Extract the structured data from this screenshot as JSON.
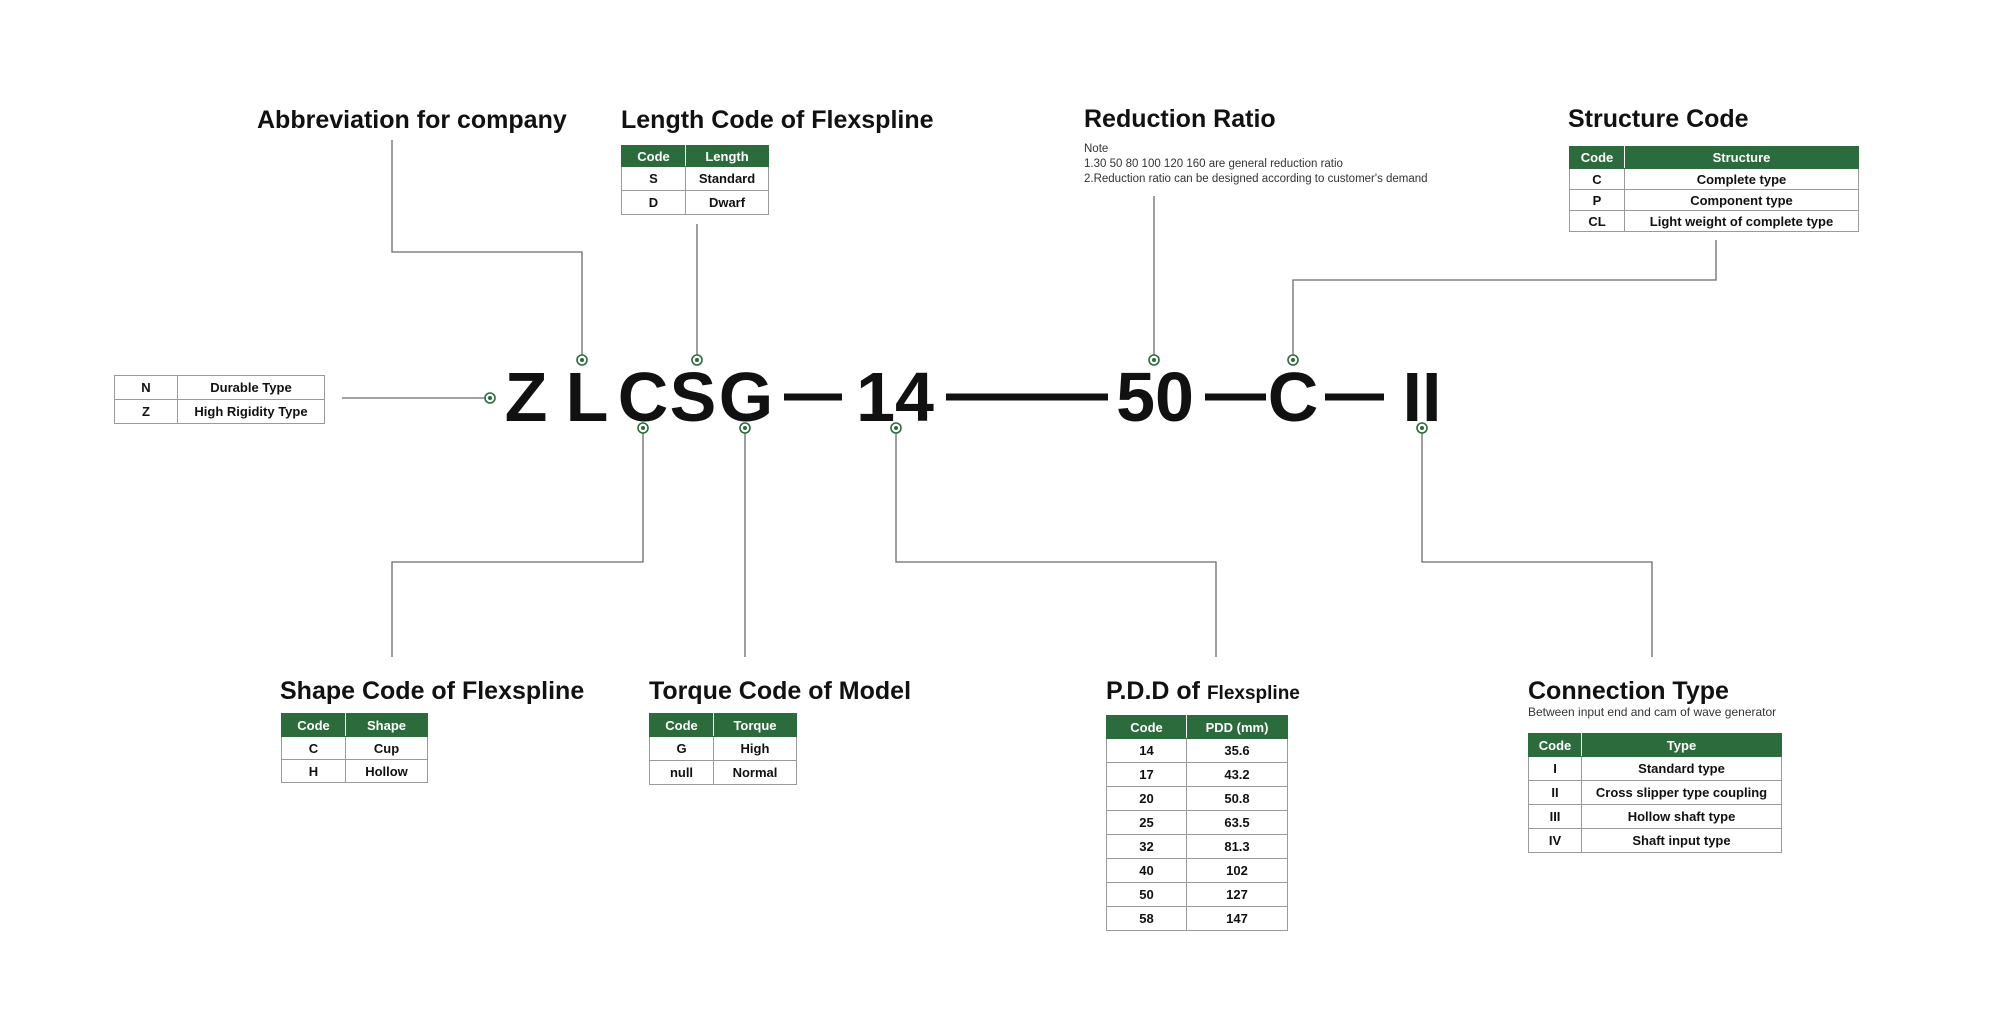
{
  "model_code": {
    "letters": [
      "Z",
      "L",
      "C",
      "S",
      "G",
      "14",
      "50",
      "C",
      "II"
    ]
  },
  "series_type": {
    "rows": [
      [
        "N",
        "Durable Type"
      ],
      [
        "Z",
        "High Rigidity Type"
      ]
    ]
  },
  "company": {
    "title": "Abbreviation for company"
  },
  "length": {
    "title": "Length Code of Flexspline",
    "headers": [
      "Code",
      "Length"
    ],
    "rows": [
      [
        "S",
        "Standard"
      ],
      [
        "D",
        "Dwarf"
      ]
    ]
  },
  "ratio": {
    "title": "Reduction Ratio",
    "note_label": "Note",
    "note1": "1.30 50 80 100 120 160 are general reduction ratio",
    "note2": "2.Reduction ratio can be designed according to customer's demand"
  },
  "structure": {
    "title": "Structure Code",
    "headers": [
      "Code",
      "Structure"
    ],
    "rows": [
      [
        "C",
        "Complete type"
      ],
      [
        "P",
        "Component type"
      ],
      [
        "CL",
        "Light weight of complete type"
      ]
    ]
  },
  "shape": {
    "title": "Shape Code of Flexspline",
    "headers": [
      "Code",
      "Shape"
    ],
    "rows": [
      [
        "C",
        "Cup"
      ],
      [
        "H",
        "Hollow"
      ]
    ]
  },
  "torque": {
    "title": "Torque Code of Model",
    "headers": [
      "Code",
      "Torque"
    ],
    "rows": [
      [
        "G",
        "High"
      ],
      [
        "null",
        "Normal"
      ]
    ]
  },
  "pdd": {
    "title_prefix": "P.D.D of",
    "title_suffix": "Flexspline",
    "headers": [
      "Code",
      "PDD (mm)"
    ],
    "rows": [
      [
        "14",
        "35.6"
      ],
      [
        "17",
        "43.2"
      ],
      [
        "20",
        "50.8"
      ],
      [
        "25",
        "63.5"
      ],
      [
        "32",
        "81.3"
      ],
      [
        "40",
        "102"
      ],
      [
        "50",
        "127"
      ],
      [
        "58",
        "147"
      ]
    ]
  },
  "connection": {
    "title": "Connection Type",
    "subtitle": "Between input end and cam of wave generator",
    "headers": [
      "Code",
      "Type"
    ],
    "rows": [
      [
        "I",
        "Standard type"
      ],
      [
        "II",
        "Cross slipper type coupling"
      ],
      [
        "III",
        "Hollow shaft type"
      ],
      [
        "IV",
        "Shaft input type"
      ]
    ]
  },
  "colors": {
    "accent": "#2b6b3c",
    "line": "#6b6b6b",
    "text": "#111111"
  }
}
